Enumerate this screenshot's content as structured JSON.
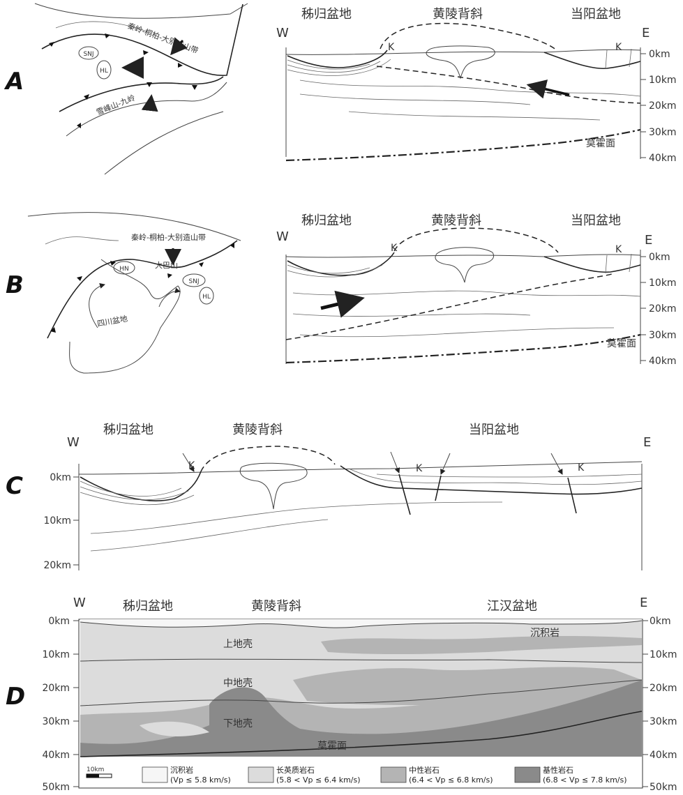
{
  "panels": {
    "A": {
      "letter": "A",
      "map": {
        "belt_north": "秦岭-桐柏-大别造山带",
        "belt_south": "雪峰山-九岭",
        "snj": "SNJ",
        "hl": "HL"
      },
      "section": {
        "west": "W",
        "east": "E",
        "basin_west": "秭归盆地",
        "anticline": "黄陵背斜",
        "basin_east": "当阳盆地",
        "k1": "K",
        "k2": "K",
        "moho": "莫霍面",
        "ticks": [
          "0km",
          "10km",
          "20km",
          "30km",
          "40km"
        ]
      }
    },
    "B": {
      "letter": "B",
      "map": {
        "belt_north": "秦岭-桐柏-大别造山带",
        "dabashan": "大巴山",
        "sichuan": "四川盆地",
        "hn": "HN",
        "snj": "SNJ",
        "hl": "HL"
      },
      "section": {
        "west": "W",
        "east": "E",
        "basin_west": "秭归盆地",
        "anticline": "黄陵背斜",
        "basin_east": "当阳盆地",
        "k1": "K",
        "k2": "K",
        "moho": "莫霍面",
        "ticks": [
          "0km",
          "10km",
          "20km",
          "30km",
          "40km"
        ]
      }
    },
    "C": {
      "letter": "C",
      "west": "W",
      "east": "E",
      "basin_west": "秭归盆地",
      "anticline": "黄陵背斜",
      "basin_east": "当阳盆地",
      "k1": "K",
      "k2": "K",
      "k3": "K",
      "ticks": [
        "0km",
        "10km",
        "20km"
      ]
    },
    "D": {
      "letter": "D",
      "west": "W",
      "east": "E",
      "basin_west": "秭归盆地",
      "anticline": "黄陵背斜",
      "basin_east": "江汉盆地",
      "sediment": "沉积岩",
      "upper_crust": "上地壳",
      "middle_crust": "中地壳",
      "lower_crust": "下地壳",
      "moho": "莫霍面",
      "ticks": [
        "0km",
        "10km",
        "20km",
        "30km",
        "40km",
        "50km"
      ],
      "scale": "10km",
      "legend": [
        {
          "name": "沉积岩",
          "range": "(Vp ≤ 5.8 km/s)",
          "color": "#f6f6f6"
        },
        {
          "name": "长英质岩石",
          "range": "(5.8 < Vp ≤ 6.4 km/s)",
          "color": "#dcdcdc"
        },
        {
          "name": "中性岩石",
          "range": "(6.4 < Vp ≤ 6.8 km/s)",
          "color": "#b4b4b4"
        },
        {
          "name": "基性岩石",
          "range": "(6.8 < Vp ≤ 7.8 km/s)",
          "color": "#8a8a8a"
        }
      ]
    }
  }
}
